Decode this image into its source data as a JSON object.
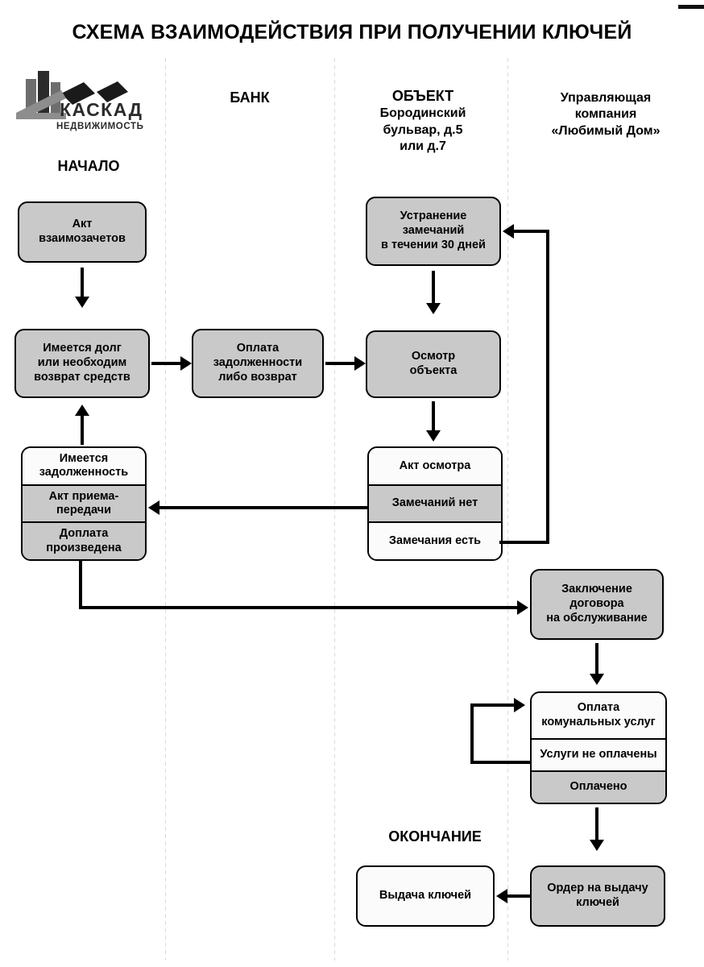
{
  "document": {
    "title": "СХЕМА ВЗАИМОДЕЙСТВИЯ ПРИ ПОЛУЧЕНИИ КЛЮЧЕЙ"
  },
  "logo": {
    "name": "КАСКАД",
    "subtitle": "НЕДВИЖИМОСТЬ"
  },
  "lanes": [
    {
      "id": "kaskad",
      "title": ""
    },
    {
      "id": "bank",
      "title": "БАНК"
    },
    {
      "id": "object",
      "title": "ОБЪЕКТ",
      "line2": "Бородинский",
      "line3": "бульвар, д.5",
      "line4": "или д.7"
    },
    {
      "id": "uk",
      "title": "Управляющая",
      "line2": "компания",
      "line3": "«Любимый Дом»"
    }
  ],
  "markers": {
    "start": "НАЧАЛО",
    "end": "ОКОНЧАНИЕ"
  },
  "nodes": {
    "akt_vzaimozachetov": "Акт\nвзаимозачетов",
    "akt_vzaimozachetov_l1": "Акт",
    "akt_vzaimozachetov_l2": "взаимозачетов",
    "dolg_l1": "Имеется долг",
    "dolg_l2": "или необходим",
    "dolg_l3": "возврат средств",
    "oplata_zadolzh_l1": "Оплата",
    "oplata_zadolzh_l2": "задолженности",
    "oplata_zadolzh_l3": "либо возврат",
    "ustranenie_l1": "Устранение",
    "ustranenie_l2": "замечаний",
    "ustranenie_l3": "в течении 30 дней",
    "osmotr_l1": "Осмотр",
    "osmotr_l2": "объекта",
    "zaklyuchenie_l1": "Заключение",
    "zaklyuchenie_l2": "договора",
    "zaklyuchenie_l3": "на обслуживание",
    "order_l1": "Ордер на выдачу",
    "order_l2": "ключей",
    "vydacha": "Выдача ключей"
  },
  "stacks": {
    "left_stack": [
      {
        "label_l1": "Имеется",
        "label_l2": "задолженность",
        "fill": "white"
      },
      {
        "label_l1": "Акт приема-",
        "label_l2": "передачи",
        "fill": "grey"
      },
      {
        "label_l1": "Доплата",
        "label_l2": "произведена",
        "fill": "grey"
      }
    ],
    "object_stack": [
      {
        "label_l1": "Акт осмотра",
        "label_l2": "",
        "fill": "white"
      },
      {
        "label_l1": "Замечаний нет",
        "label_l2": "",
        "fill": "grey"
      },
      {
        "label_l1": "Замечания есть",
        "label_l2": "",
        "fill": "white"
      }
    ],
    "uk_stack": [
      {
        "label_l1": "Оплата",
        "label_l2": "комунальных услуг",
        "fill": "white"
      },
      {
        "label_l1": "Услуги не оплачены",
        "label_l2": "",
        "fill": "white"
      },
      {
        "label_l1": "Оплачено",
        "label_l2": "",
        "fill": "grey"
      }
    ]
  },
  "colors": {
    "fill_grey": "#c9c9c9",
    "fill_white": "#fbfbfb",
    "stroke": "#000000",
    "lane_divider": "#cfcfcf"
  }
}
